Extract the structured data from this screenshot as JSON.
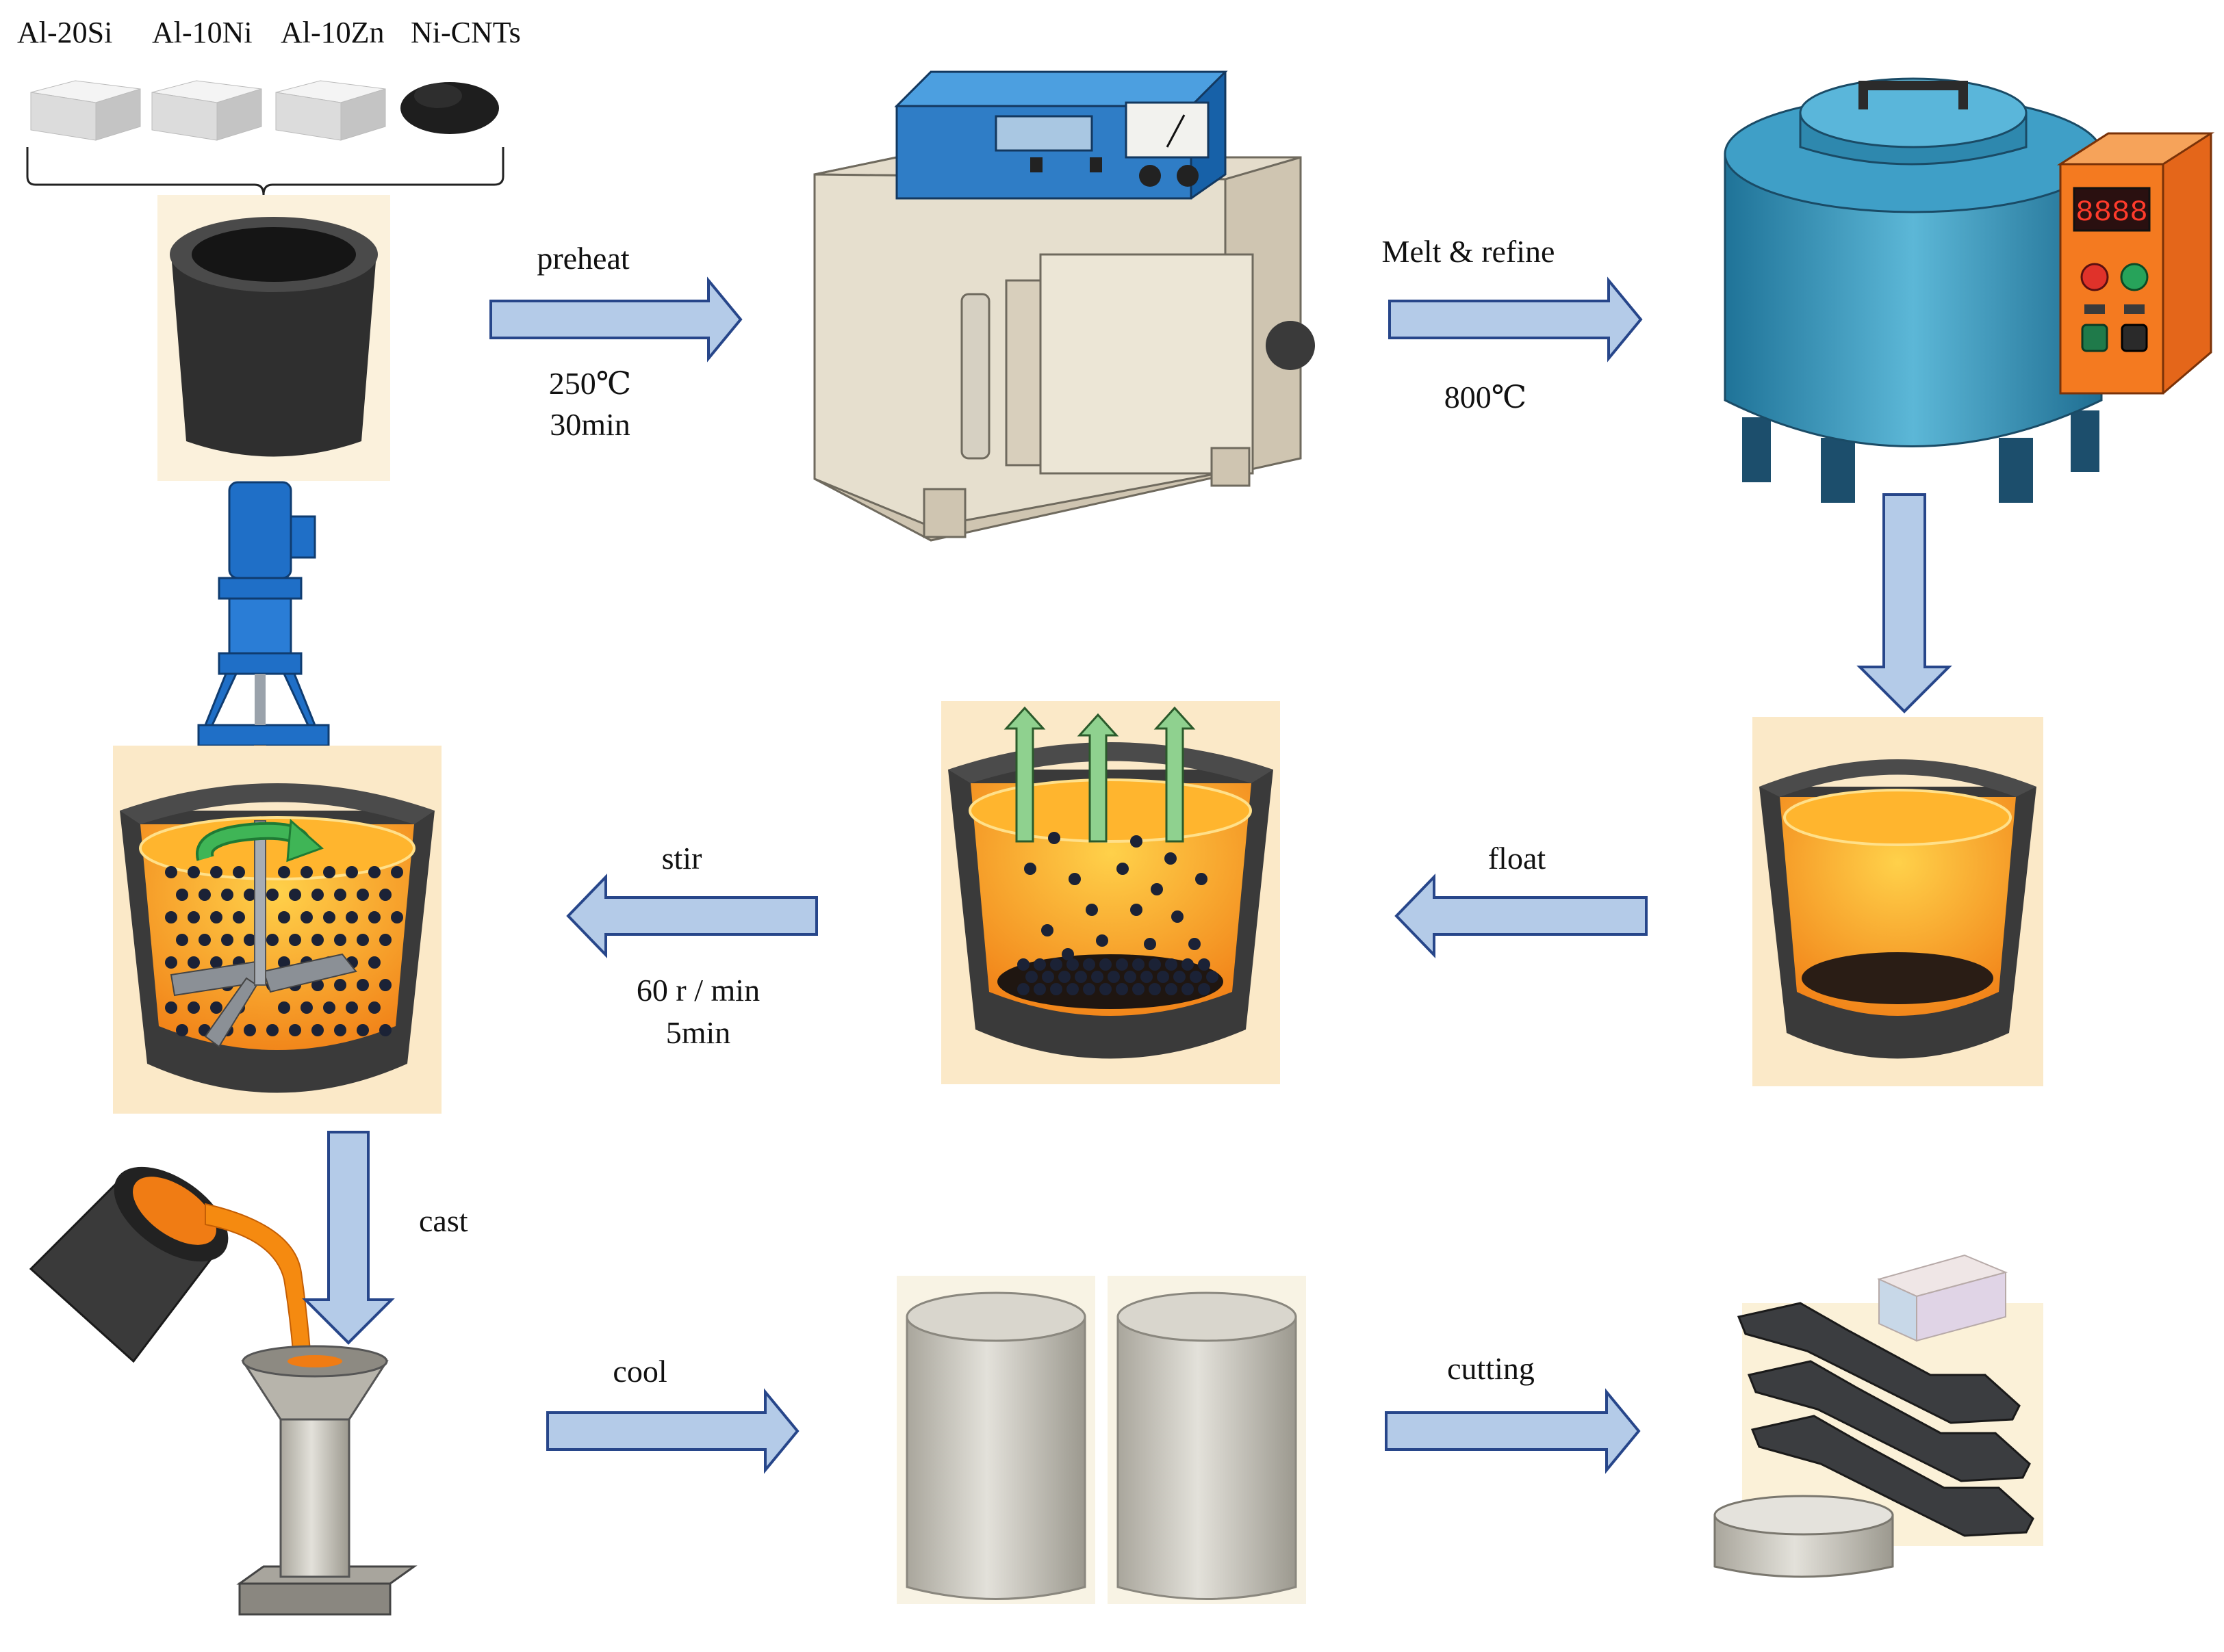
{
  "materials": [
    "Al-20Si",
    "Al-10Ni",
    "Al-10Zn",
    "Ni-CNTs"
  ],
  "steps": {
    "preheat": {
      "label": "preheat",
      "params": [
        "250℃",
        "30min"
      ]
    },
    "melt": {
      "label": "Melt & refine",
      "params": [
        "800℃"
      ]
    },
    "float": {
      "label": "float",
      "params": []
    },
    "stir": {
      "label": "stir",
      "params": [
        "60 r / min",
        "5min"
      ]
    },
    "cast": {
      "label": "cast",
      "params": []
    },
    "cool": {
      "label": "cool",
      "params": []
    },
    "cutting": {
      "label": "cutting",
      "params": []
    }
  },
  "furnace_display": "8888",
  "colors": {
    "arrow_fill": "#b4cbe8",
    "arrow_stroke": "#27468a",
    "crucible": "#3a3a3a",
    "melt": "#f7941d",
    "oven_body": "#dcd3c0",
    "controller_blue": "#1f78c8",
    "furnace_teal": "#2e8fb5",
    "control_box": "#f47a20",
    "particle": "#1b2236",
    "stir_arrow": "#2ea043",
    "float_arrow": "#8fd18f",
    "ingot": "#c9c6bc"
  }
}
